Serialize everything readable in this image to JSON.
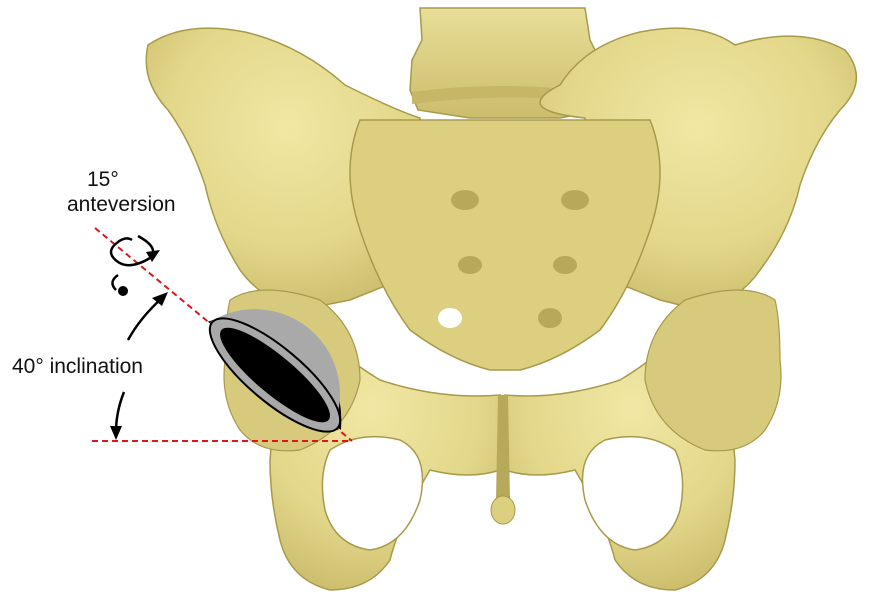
{
  "figure": {
    "anteversion_angle": "15°",
    "anteversion_label": "anteversion",
    "inclination_label": "40° inclination"
  },
  "colors": {
    "bone": "#e3d78a",
    "bone_shadow": "#a89a4c",
    "cup_outer": "#a9a9a9",
    "cup_inner": "#000000",
    "reference_line": "#e0151b",
    "arrow": "#000000"
  },
  "icons": [
    "rotation-arrow-icon",
    "inclination-arc-arrow-icon"
  ]
}
